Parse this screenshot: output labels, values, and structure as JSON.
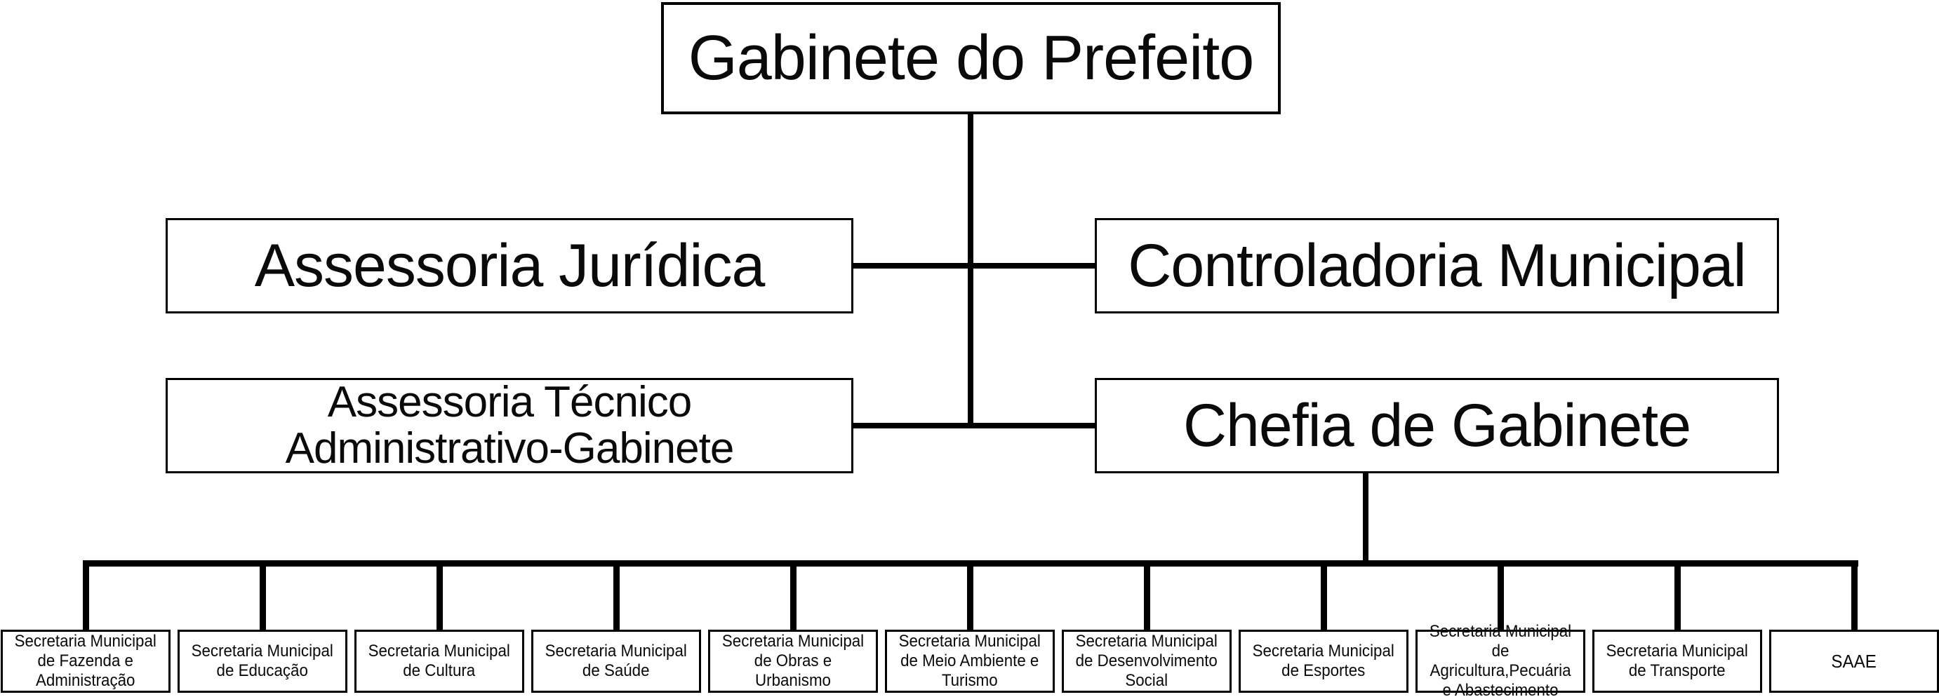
{
  "org": {
    "root": {
      "label": "Gabinete do Prefeito"
    },
    "level2": {
      "left": {
        "label": "Assessoria Jurídica"
      },
      "right": {
        "label": "Controladoria Municipal"
      }
    },
    "level3": {
      "left": {
        "label": "Assessoria Técnico\nAdministrativo-Gabinete"
      },
      "right": {
        "label": "Chefia de Gabinete"
      }
    },
    "secretariats": [
      {
        "label": "Secretaria Municipal\nde Fazenda e\nAdministração"
      },
      {
        "label": "Secretaria Municipal\nde Educação"
      },
      {
        "label": "Secretaria Municipal\nde Cultura"
      },
      {
        "label": "Secretaria Municipal\nde Saúde"
      },
      {
        "label": "Secretaria Municipal\nde Obras e Urbanismo"
      },
      {
        "label": "Secretaria Municipal\nde Meio Ambiente e\nTurismo"
      },
      {
        "label": "Secretaria Municipal\nde Desenvolvimento\nSocial"
      },
      {
        "label": "Secretaria Municipal\nde Esportes"
      },
      {
        "label": "Secretaria Municipal de\nAgricultura,Pecuária\ne Abastecimento"
      },
      {
        "label": "Secretaria Municipal\nde Transporte"
      },
      {
        "label": "SAAE"
      }
    ]
  },
  "colors": {
    "background": "#ffffff",
    "box_fill": "#ffffff",
    "box_border": "#000000",
    "connector": "#000000",
    "text": "#0a0a0a"
  }
}
